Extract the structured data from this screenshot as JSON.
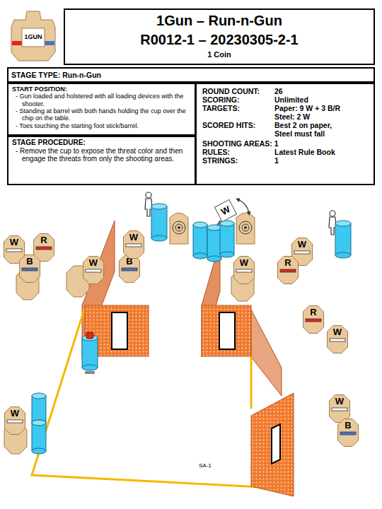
{
  "diagram": {
    "title": "1Gun – Run-n-Gun",
    "nodes": [
      {
        "text": [
          "R0012-1 – 20230305-2-1",
          "1 Coin"
        ]
      },
      {
        "text": [
          "1GUN"
        ]
      },
      {
        "text": [
          "STAGE TYPE: Run-n-Gun"
        ]
      },
      {
        "text": [
          "START POSITION:",
          "- Gun loaded and holstered with all loading devices with the shooter.",
          "- Standing at barrel with both hands holding the cup over the chip on the table.",
          "- Toes touching the starting foot stick/barrel."
        ]
      },
      {
        "text": [
          "STAGE PROCEDURE:",
          "- Remove the cup to expose the threat color and then engage the threats from only the shooting areas."
        ]
      },
      {
        "text": [
          "ROUND COUNT:",
          "26",
          "SCORING:",
          "Unlimited",
          "TARGETS:",
          "Paper: 9 W + 3 B/R",
          "Steel: 2 W",
          "SCORED HITS:",
          "Best 2 on paper,",
          "Steel must fall",
          "SHOOTING AREAS: 1",
          "RULES:",
          "Latest Rule Book",
          "STRINGS:",
          "1"
        ]
      },
      {
        "text": [
          "W"
        ]
      },
      {
        "text": [
          "R"
        ]
      },
      {
        "text": [
          "B"
        ]
      },
      {
        "text": [
          "W"
        ]
      },
      {
        "text": [
          "B"
        ]
      },
      {
        "text": [
          "W"
        ]
      },
      {
        "text": [
          "W"
        ]
      },
      {
        "text": [
          "W"
        ]
      },
      {
        "text": [
          "W"
        ]
      },
      {
        "text": [
          "R"
        ]
      },
      {
        "text": [
          "R"
        ]
      },
      {
        "text": [
          "W"
        ]
      },
      {
        "text": [
          "W"
        ]
      },
      {
        "text": [
          "B"
        ]
      },
      {
        "text": [
          "W"
        ]
      }
    ],
    "labels": [
      "SA-1"
    ]
  }
}
